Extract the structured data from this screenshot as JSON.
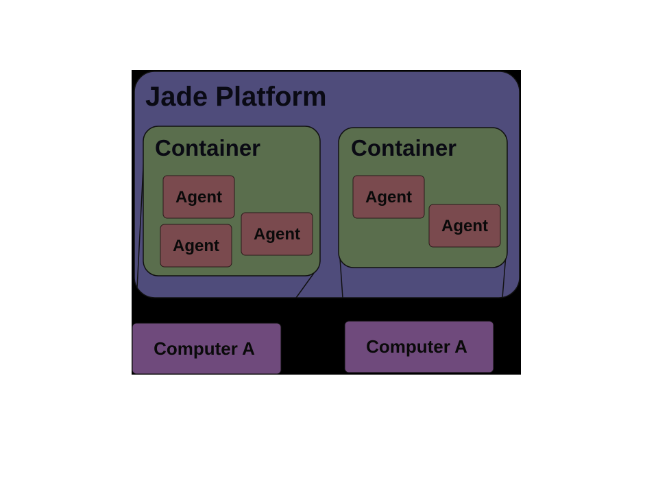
{
  "platform": {
    "title": "Jade Platform"
  },
  "containers": [
    {
      "label": "Container",
      "agents": [
        "Agent",
        "Agent",
        "Agent"
      ]
    },
    {
      "label": "Container",
      "agents": [
        "Agent",
        "Agent"
      ]
    }
  ],
  "computers": [
    {
      "label": "Computer A"
    },
    {
      "label": "Computer A"
    }
  ],
  "colors": {
    "background_panel": "#000000",
    "platform_fill": "#4f4c7b",
    "container_fill": "#5a6e4d",
    "agent_fill": "#7a4a4e",
    "computer_fill": "#6f4a7c",
    "outline": "#111111"
  }
}
